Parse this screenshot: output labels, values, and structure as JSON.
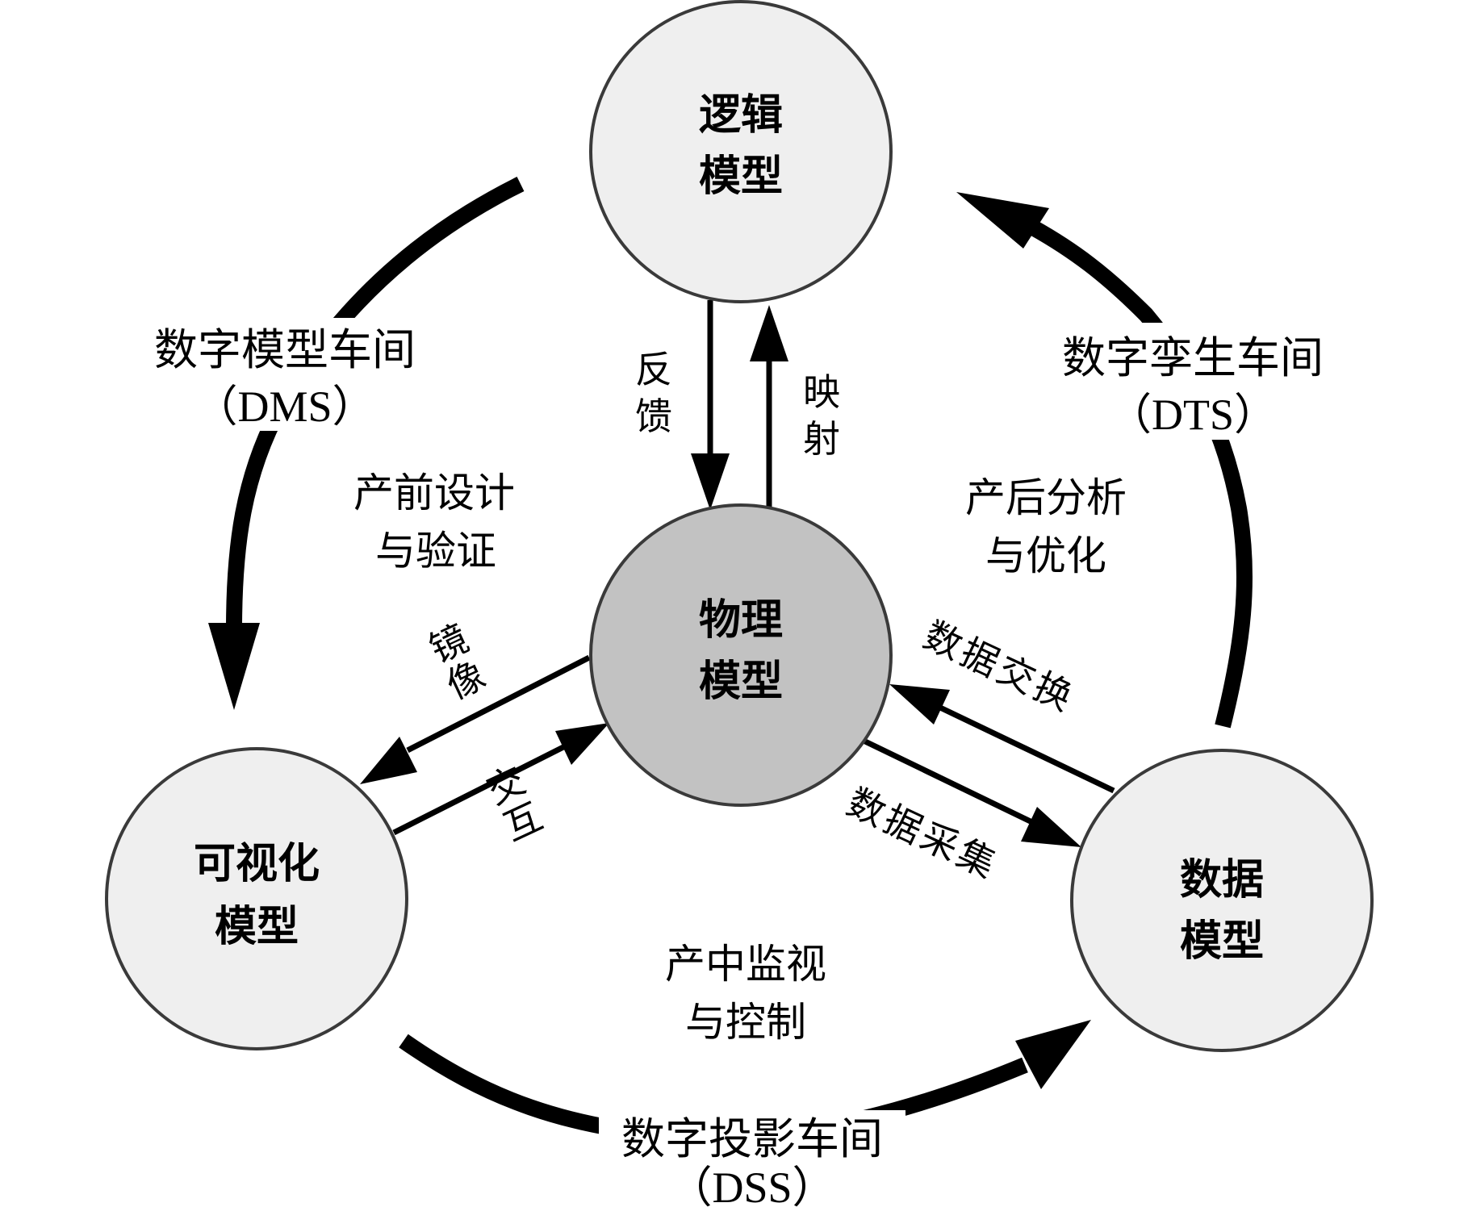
{
  "nodes": {
    "logic": {
      "line1": "逻辑",
      "line2": "模型"
    },
    "physical": {
      "line1": "物理",
      "line2": "模型"
    },
    "visual": {
      "line1": "可视化",
      "line2": "模型"
    },
    "data": {
      "line1": "数据",
      "line2": "模型"
    }
  },
  "workshops": {
    "dms": {
      "name": "数字模型车间",
      "abbr": "（DMS）"
    },
    "dts": {
      "name": "数字孪生车间",
      "abbr": "（DTS）"
    },
    "dss": {
      "name": "数字投影车间",
      "abbr": "（DSS）"
    }
  },
  "phases": {
    "pre": {
      "line1": "产前设计",
      "line2": "与验证"
    },
    "post": {
      "line1": "产后分析",
      "line2": "与优化"
    },
    "mid": {
      "line1": "产中监视",
      "line2": "与控制"
    }
  },
  "links": {
    "feedback": [
      "反",
      "馈"
    ],
    "mapping": [
      "映",
      "射"
    ],
    "mirror": [
      "镜",
      "像"
    ],
    "interact": [
      "交",
      "互"
    ],
    "exchange": [
      "数",
      "据",
      "交",
      "换"
    ],
    "collect": [
      "数",
      "据",
      "采",
      "集"
    ]
  },
  "colors": {
    "circle_fill": "#efefef",
    "center_fill": "#c2c2c2",
    "stroke": "#3a3a3a",
    "arrow": "#000000"
  }
}
